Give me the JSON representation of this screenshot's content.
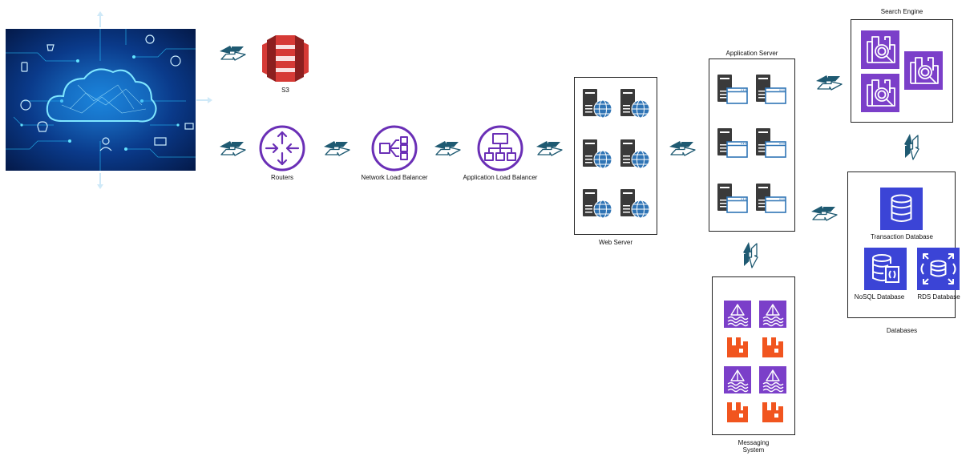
{
  "labels": {
    "s3": "S3",
    "routers": "Routers",
    "nlb": "Network Load Balancer",
    "alb": "Application Load Balancer",
    "web_server": "Web Server",
    "app_server": "Application Server",
    "search_engine": "Search Engine",
    "transaction_db": "Transaction Database",
    "nosql_db": "NoSQL Database",
    "rds_db": "RDS Database",
    "databases": "Databases",
    "messaging_line1": "Messaging",
    "messaging_line2": "System"
  },
  "colors": {
    "arrow": "#1f5a72",
    "purple": "#7b3fc9",
    "db_blue": "#3b44d6",
    "orange": "#f1551f",
    "s3_red": "#d63a36",
    "server_dark": "#3a3a3a",
    "globe_blue": "#2f74b5"
  },
  "icons": {
    "cloud_image": "cloud-network-illustration",
    "s3": "s3-bucket-icon",
    "router": "router-icon",
    "nlb": "network-load-balancer-icon",
    "alb": "application-load-balancer-icon",
    "web_server": "server-globe-icon",
    "app_server": "server-window-icon",
    "search": "search-engine-icon",
    "db": "database-icon",
    "queue": "queue-icon",
    "rabbitmq": "rabbitmq-icon"
  }
}
